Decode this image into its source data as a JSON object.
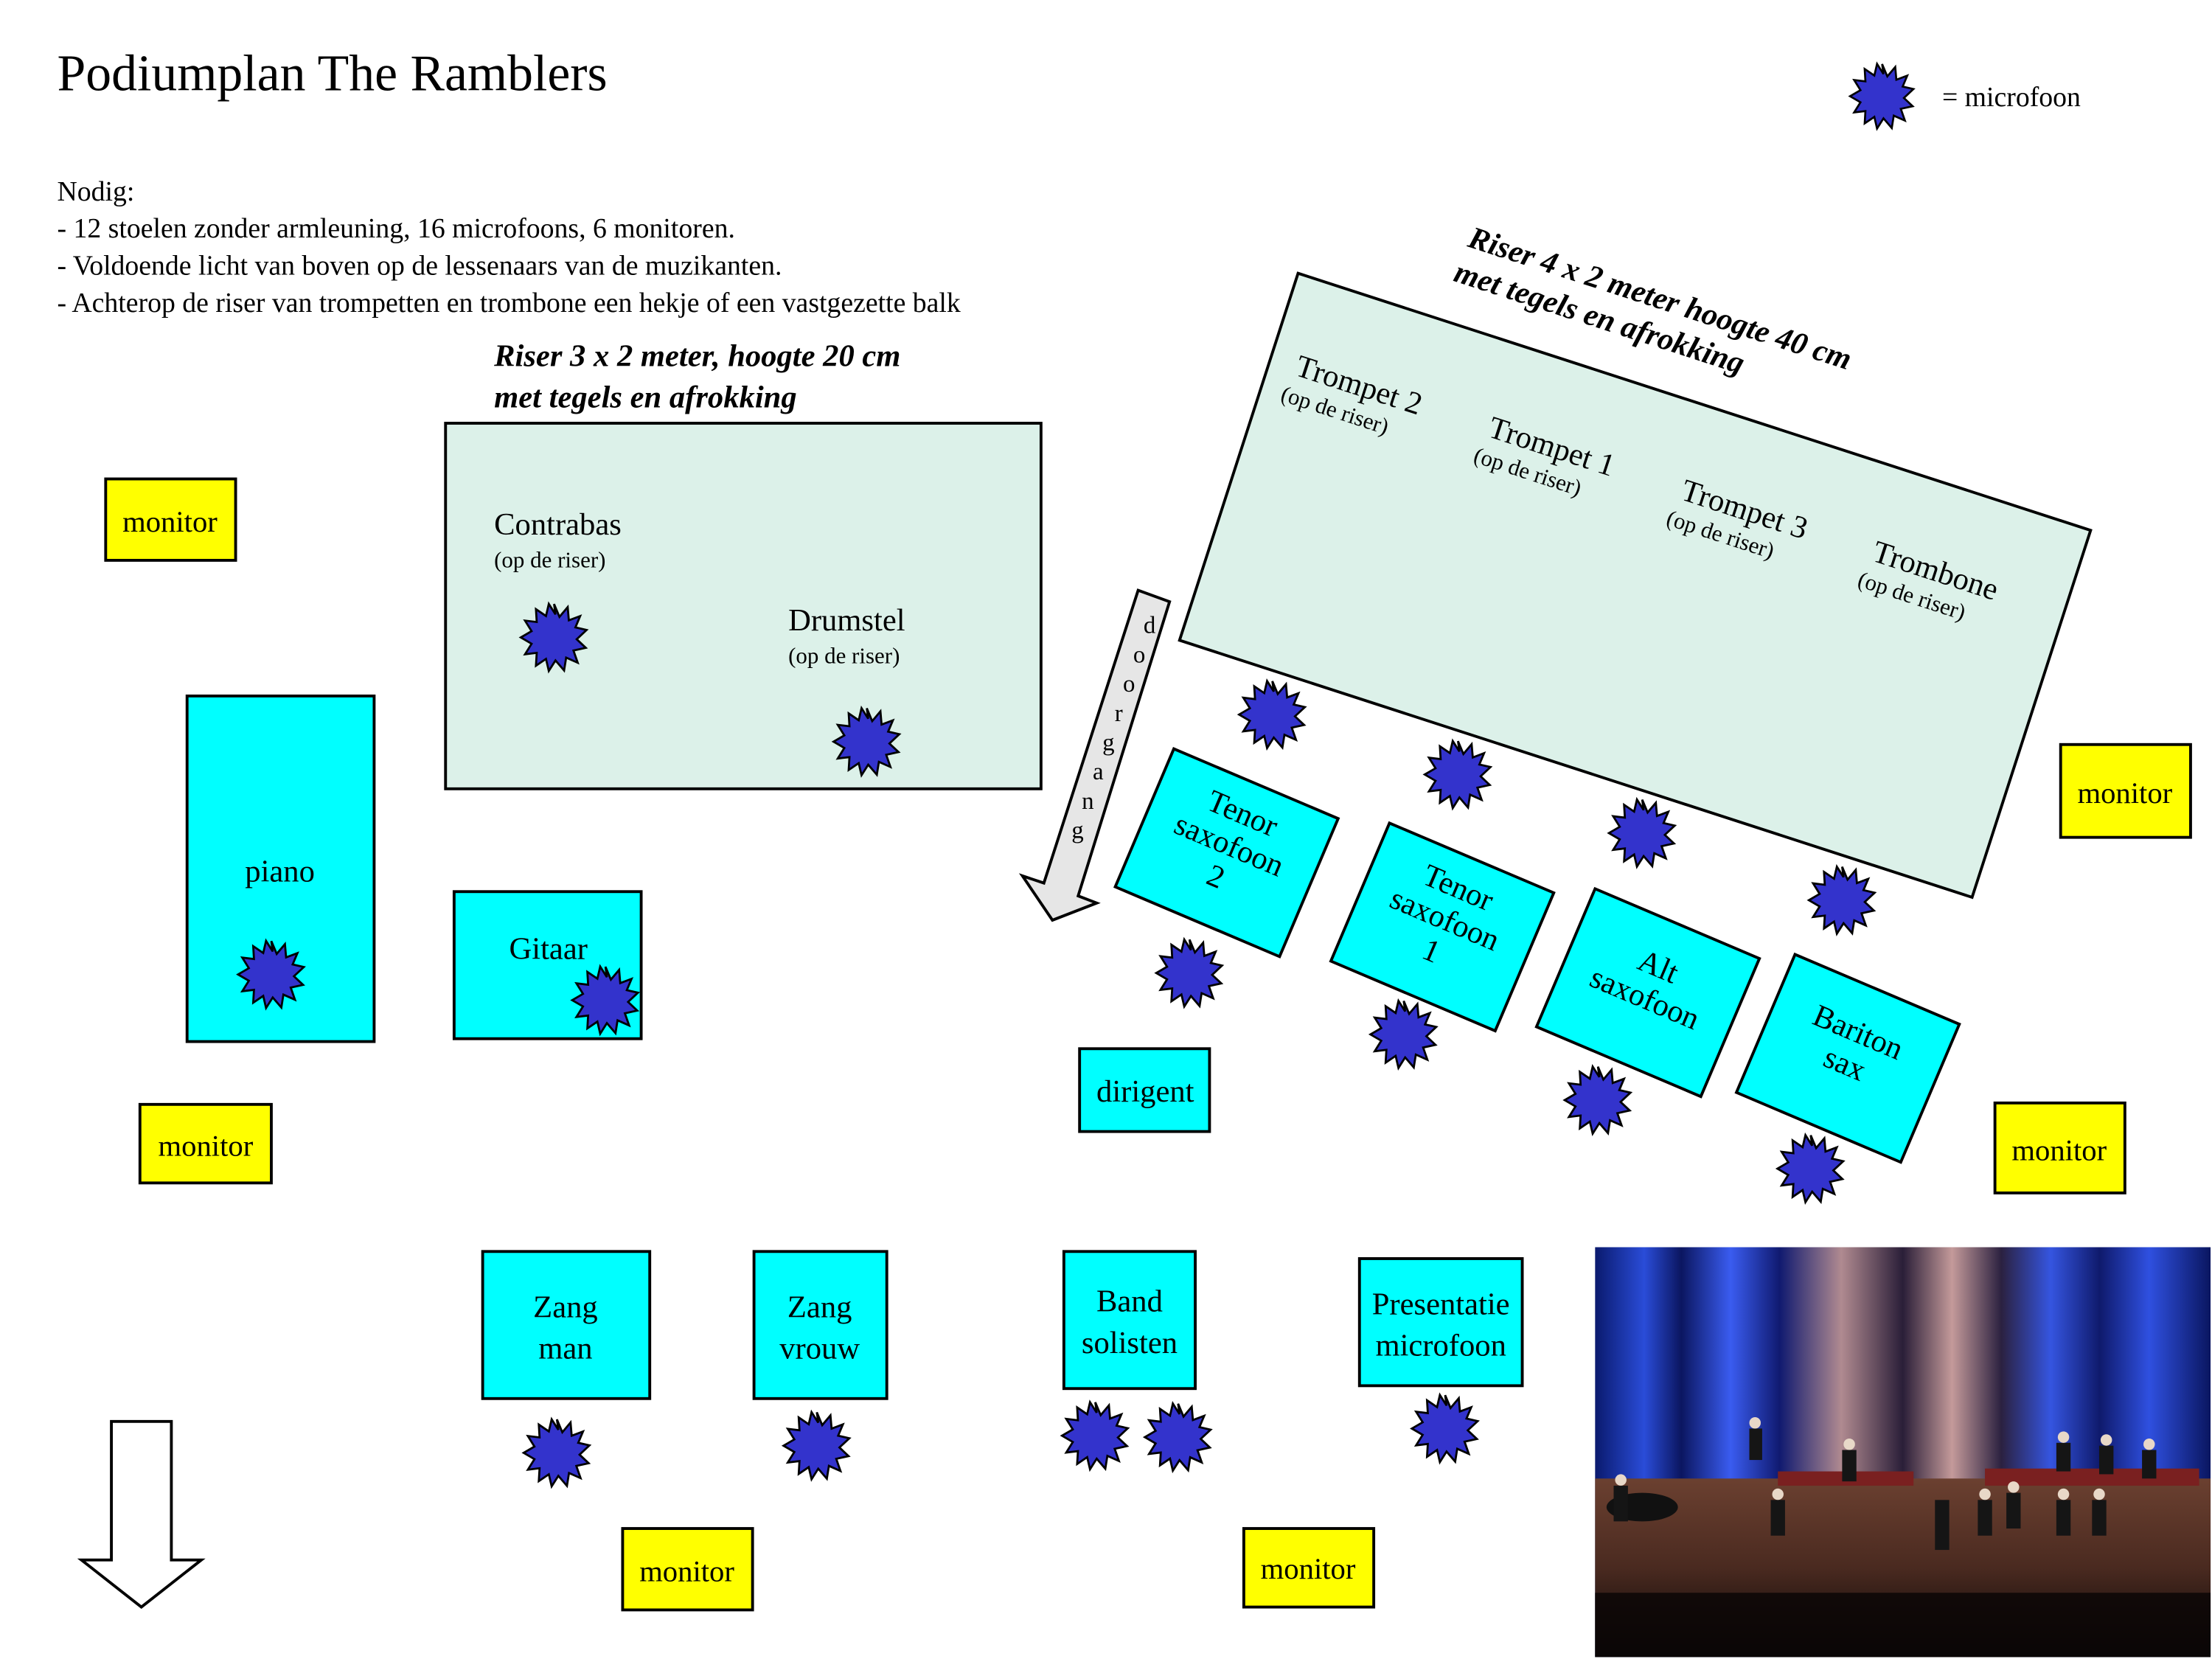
{
  "title": "Podiumplan The Ramblers",
  "legend": {
    "icon": "microphone-star-icon",
    "label": "= microfoon"
  },
  "requirements": {
    "heading": "Nodig:",
    "items": [
      "- 12 stoelen zonder armleuning, 16 microfoons, 6 monitoren.",
      "- Voldoende licht van boven op de lessenaars van de muzikanten.",
      "- Achterop de riser van trompetten en trombone een hekje of een vastgezette balk"
    ]
  },
  "riser_small": {
    "label_line1": "Riser 3 x 2 meter, hoogte 20 cm",
    "label_line2": "met tegels en afrokking",
    "positions": [
      {
        "name": "Contrabas",
        "note": "(op de riser)"
      },
      {
        "name": "Drumstel",
        "note": "(op de riser)"
      }
    ]
  },
  "riser_large": {
    "label_line1": "Riser 4 x 2 meter hoogte 40 cm",
    "label_line2": "met tegels en afrokking",
    "positions": [
      {
        "name": "Trompet 2",
        "note": "(op de riser)"
      },
      {
        "name": "Trompet 1",
        "note": "(op de riser)"
      },
      {
        "name": "Trompet 3",
        "note": "(op de riser)"
      },
      {
        "name": "Trombone",
        "note": "(op de riser)"
      }
    ]
  },
  "passage": {
    "label": "doorgang",
    "letters": [
      "d",
      "o",
      "o",
      "r",
      "g",
      "a",
      "n",
      "g"
    ]
  },
  "saxes": [
    {
      "lines": [
        "Tenor",
        "saxofoon",
        "2"
      ]
    },
    {
      "lines": [
        "Tenor",
        "saxofoon",
        "1"
      ]
    },
    {
      "lines": [
        "Alt",
        "saxofoon"
      ]
    },
    {
      "lines": [
        "Bariton",
        "sax"
      ]
    }
  ],
  "stations": {
    "piano": "piano",
    "gitaar": "Gitaar",
    "dirigent": "dirigent",
    "zang_man": [
      "Zang",
      "man"
    ],
    "zang_vrouw": [
      "Zang",
      "vrouw"
    ],
    "band_solisten": [
      "Band",
      "solisten"
    ],
    "presentatie": [
      "Presentatie",
      "microfoon"
    ]
  },
  "monitor_label": "monitor",
  "monitor_count": 6,
  "microphone_count_drawn": 17,
  "photo": {
    "description": "Concert photo of the band on stage with blue curtains"
  },
  "colors": {
    "monitor": "#ffff00",
    "station": "#00ffff",
    "riser": "#dcf1e9",
    "microphone": "#3333cc",
    "passage_arrow": "#e6e6e6"
  }
}
